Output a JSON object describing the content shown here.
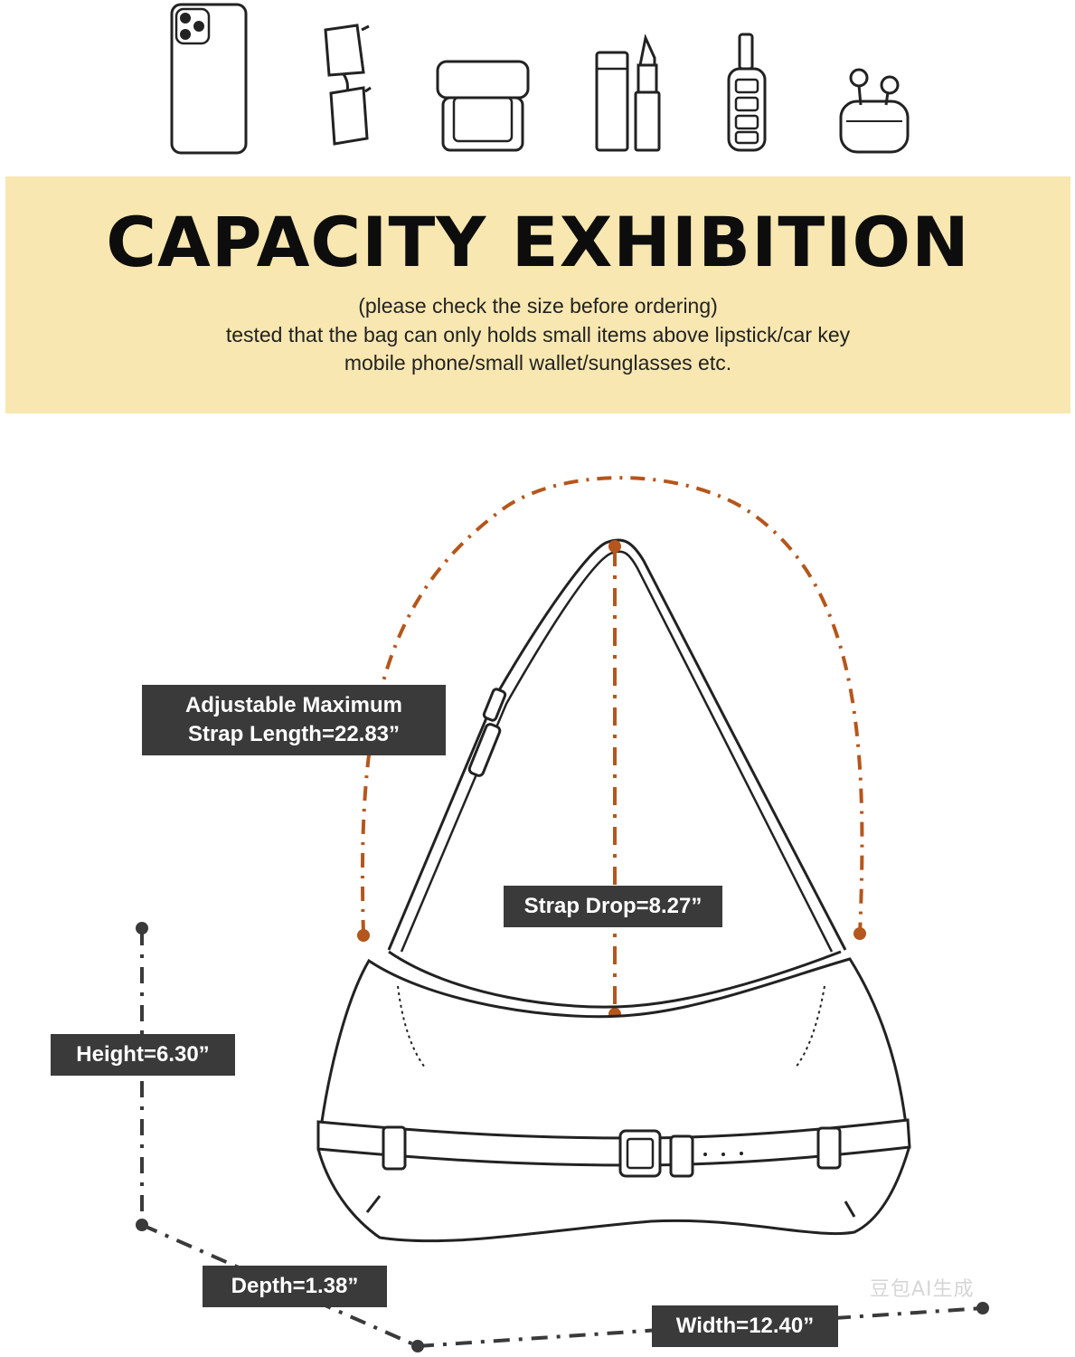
{
  "icons": [
    "phone-icon",
    "sunglasses-icon",
    "compact-mirror-icon",
    "lipstick-icon",
    "car-key-icon",
    "earbuds-icon"
  ],
  "banner": {
    "title": "CAPACITY EXHIBITION",
    "lines": [
      "(please check the size before ordering)",
      "tested that the bag can only holds small items above lipstick/car key",
      "mobile phone/small wallet/sunglasses etc."
    ]
  },
  "labels": {
    "strap_length_line1": "Adjustable Maximum",
    "strap_length_line2": "Strap Length=22.83”",
    "strap_drop": "Strap Drop=8.27”",
    "height": "Height=6.30”",
    "depth": "Depth=1.38”",
    "width": "Width=12.40”"
  },
  "watermark": "豆包AI生成",
  "colors": {
    "banner_bg": "#f8e7b0",
    "accent_orange": "#b5561c",
    "label_bg": "#3a3a3a",
    "dimension_gray": "#3a3a3a"
  }
}
